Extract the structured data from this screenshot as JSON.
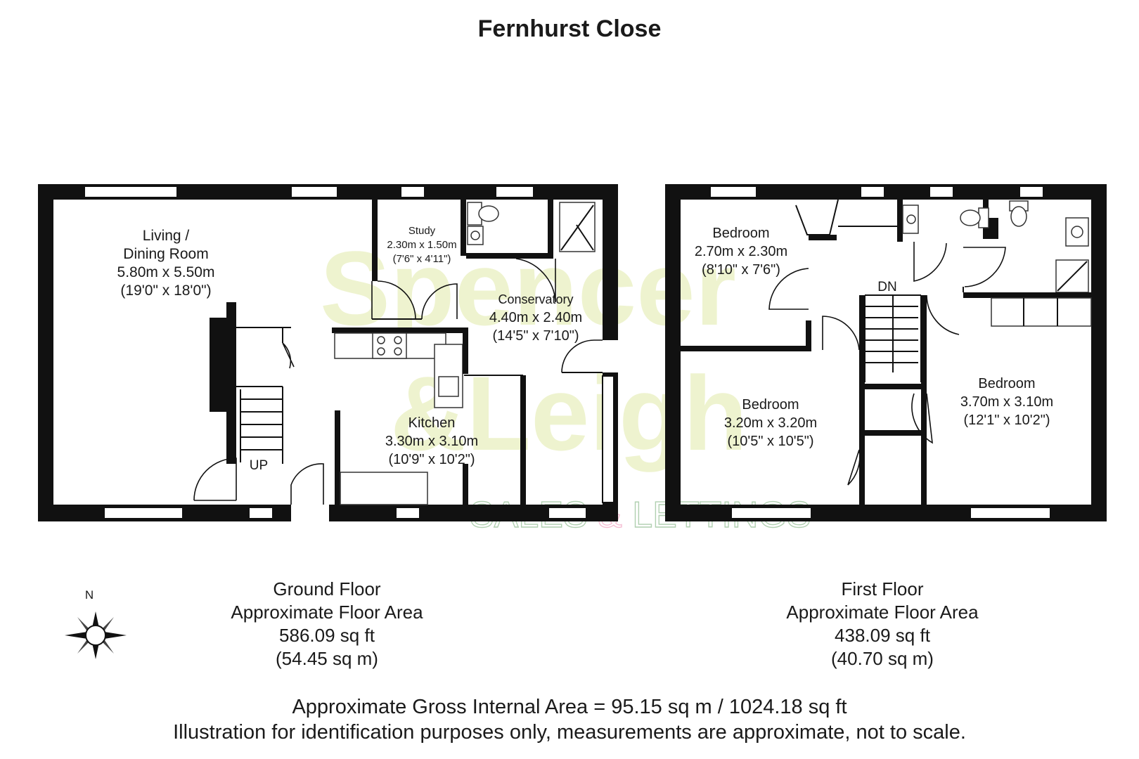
{
  "title": "Fernhurst Close",
  "rooms": {
    "living": {
      "name1": "Living /",
      "name2": "Dining Room",
      "metric": "5.80m x 5.50m",
      "imperial": "(19'0\" x 18'0\")"
    },
    "study": {
      "name": "Study",
      "metric": "2.30m x 1.50m",
      "imperial": "(7'6\" x 4'11\")"
    },
    "conservatory": {
      "name": "Conservatory",
      "metric": "4.40m x 2.40m",
      "imperial": "(14'5\" x 7'10\")"
    },
    "kitchen": {
      "name": "Kitchen",
      "metric": "3.30m x 3.10m",
      "imperial": "(10'9\" x 10'2\")"
    },
    "bedroom1": {
      "name": "Bedroom",
      "metric": "2.70m x 2.30m",
      "imperial": "(8'10\" x 7'6\")"
    },
    "bedroom2": {
      "name": "Bedroom",
      "metric": "3.20m x 3.20m",
      "imperial": "(10'5\" x 10'5\")"
    },
    "bedroom3": {
      "name": "Bedroom",
      "metric": "3.70m x 3.10m",
      "imperial": "(12'1\" x 10'2\")"
    }
  },
  "stairs": {
    "up": "UP",
    "down": "DN"
  },
  "ground_floor": {
    "name": "Ground Floor",
    "label": "Approximate Floor Area",
    "sqft": "586.09 sq ft",
    "sqm": "(54.45 sq m)"
  },
  "first_floor": {
    "name": "First Floor",
    "label": "Approximate Floor Area",
    "sqft": "438.09 sq ft",
    "sqm": "(40.70 sq m)"
  },
  "compass": {
    "north": "N"
  },
  "watermark": {
    "line1": "Spencer",
    "line2": "&Leigh",
    "line3a": "SALES ",
    "line3amp": "&",
    "line3b": " LETTINGS"
  },
  "footer": {
    "line1": "Approximate Gross Internal Area = 95.15 sq m / 1024.18 sq ft",
    "line2": "Illustration for identification purposes only, measurements are approximate, not to scale."
  }
}
